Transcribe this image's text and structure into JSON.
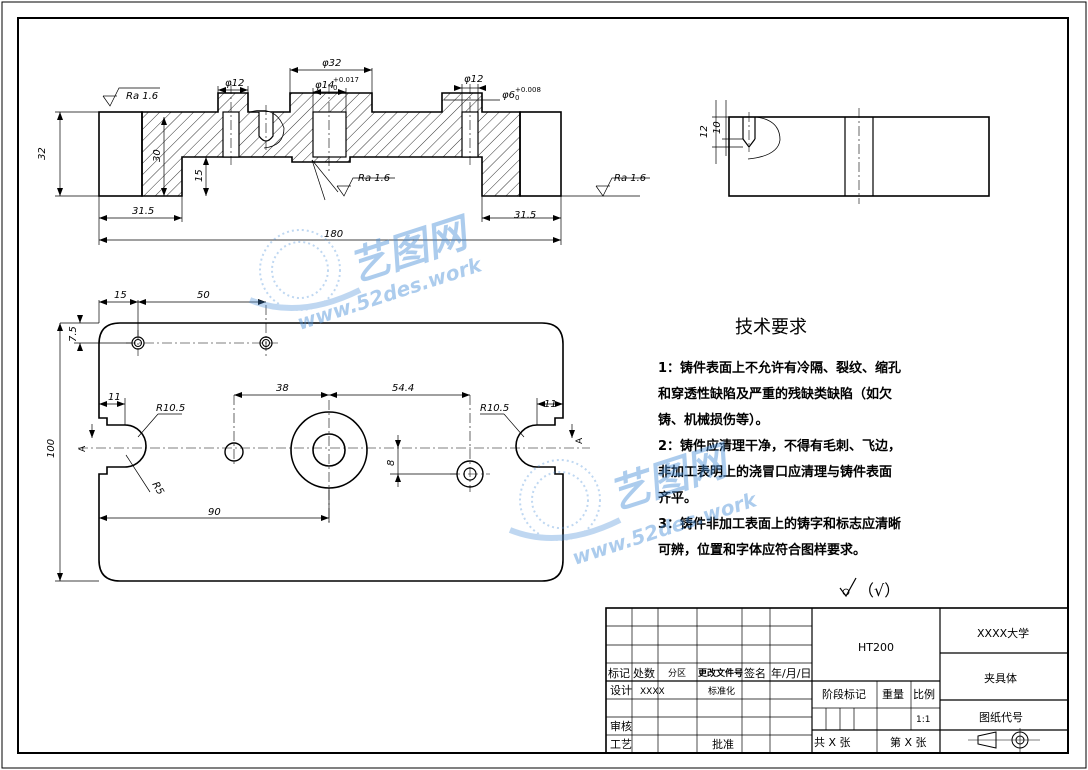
{
  "dimensions": {
    "d32_top": "φ32",
    "d12_left": "φ12",
    "d14": "φ14",
    "d14_tol": "+0.017",
    "d14_tol0": "0",
    "d12_right": "φ12",
    "d6": "φ6",
    "d6_tol": "+0.008",
    "d6_tol0": "0",
    "ra_left": "Ra 1.6",
    "ra_mid": "Ra 1.6",
    "ra_right": "Ra 1.6",
    "h32": "32",
    "h30": "30",
    "h15": "15",
    "w31_5_left": "31.5",
    "w31_5_right": "31.5",
    "w180": "180",
    "side_12": "12",
    "side_10": "10",
    "top_15": "15",
    "top_50": "50",
    "top_7_5": "7.5",
    "h100": "100",
    "w11_left": "11",
    "r10_5_left": "R10.5",
    "w38": "38",
    "w54_4": "54.4",
    "r10_5_right": "R10.5",
    "w11_right": "11",
    "d8": "8",
    "w90": "90",
    "r5": "R5",
    "sec_a_left": "A",
    "sec_a_right": "A"
  },
  "tech_requirements": {
    "title": "技术要求",
    "lines": [
      "1：铸件表面上不允许有冷隔、裂纹、缩孔",
      "和穿透性缺陷及严重的残缺类缺陷（如欠",
      "铸、机械损伤等）。",
      "2：铸件应清理干净，不得有毛刺、飞边，",
      "非加工表明上的浇冒口应清理与铸件表面",
      "齐平。",
      "3：铸件非加工表面上的铸字和标志应清晰",
      "可辨，位置和字体应符合图样要求。"
    ],
    "roughness_note": "（√）"
  },
  "title_block": {
    "material": "HT200",
    "university": "XXXX大学",
    "part_name": "夹具体",
    "drawing_code": "图纸代号",
    "mark": "标记",
    "count": "处数",
    "zone": "分区",
    "change_doc": "更改文件号",
    "sign": "签名",
    "date": "年/月/日",
    "design": "设计",
    "designer": "XXXX",
    "standardize": "标准化",
    "stage_mark": "阶段标记",
    "weight": "重量",
    "scale_label": "比例",
    "scale": "1:1",
    "review": "审核",
    "process": "工艺",
    "approve": "批准",
    "total": "共  X  张",
    "page": "第  X  张"
  },
  "watermark": {
    "cn": "艺图网",
    "url": "www.52des.work"
  }
}
